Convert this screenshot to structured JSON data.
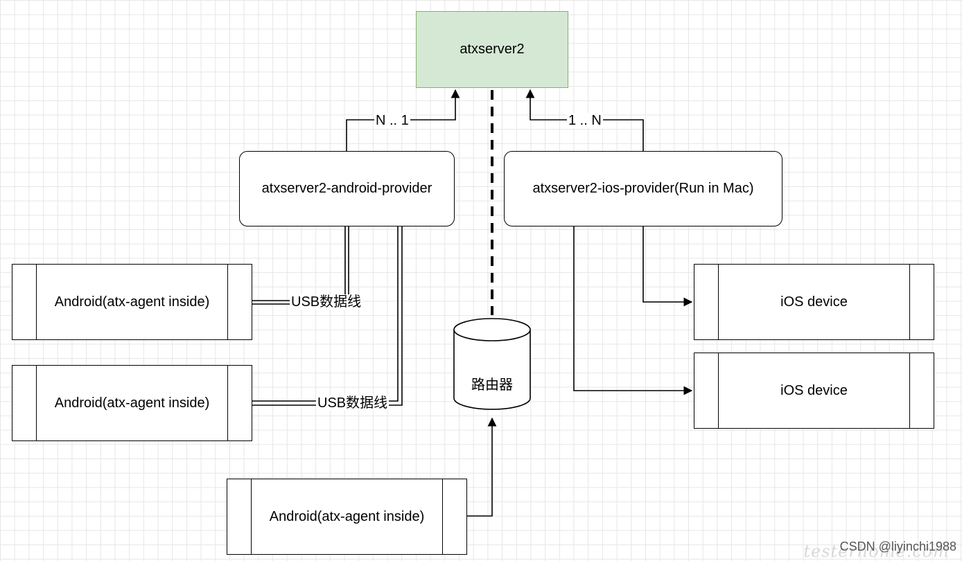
{
  "nodes": {
    "server": "atxserver2",
    "android_provider": "atxserver2-android-provider",
    "ios_provider": "atxserver2-ios-provider(Run in Mac)",
    "android_device_1": "Android(atx-agent inside)",
    "android_device_2": "Android(atx-agent inside)",
    "android_device_3": "Android(atx-agent inside)",
    "ios_device_1": "iOS device",
    "ios_device_2": "iOS device",
    "router": "路由器"
  },
  "edges": {
    "android_to_server": "N .. 1",
    "ios_to_server": "1 .. N",
    "usb_1": "USB数据线",
    "usb_2": "USB数据线"
  },
  "colors": {
    "server_fill": "#d5e8d4",
    "server_stroke": "#82b366",
    "grid": "#e6e6e6"
  },
  "watermark": {
    "text": "CSDN @liyinchi1988",
    "faint": "testerhome.com"
  }
}
